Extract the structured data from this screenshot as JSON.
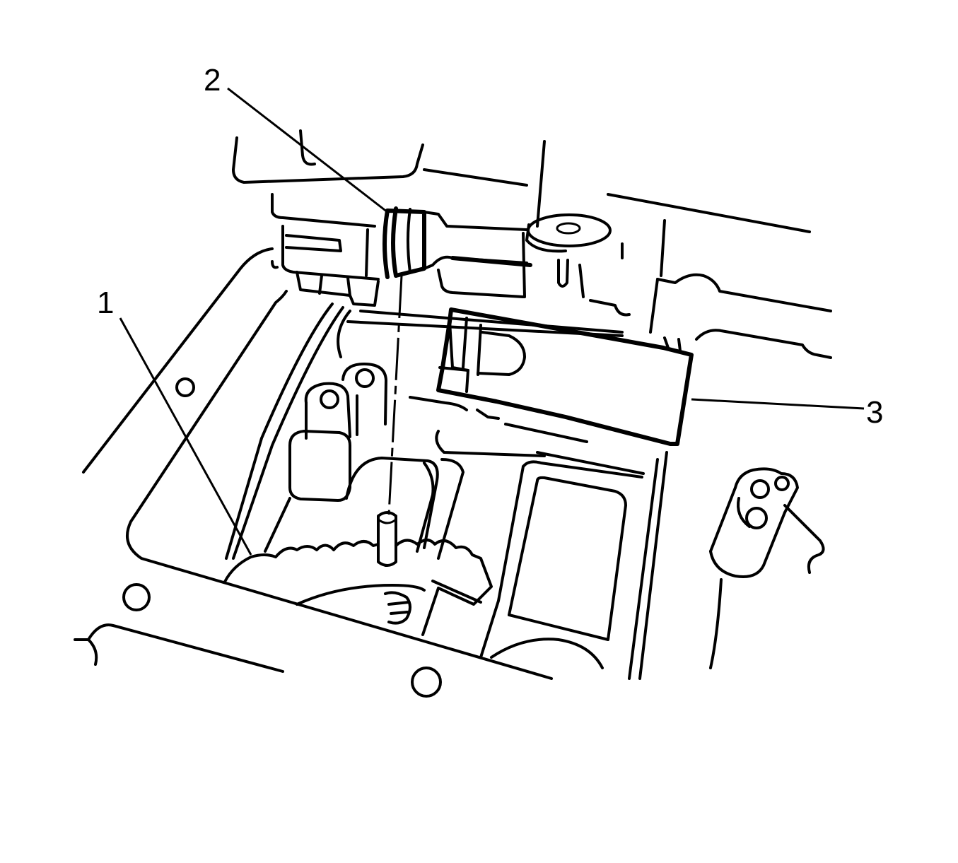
{
  "diagram": {
    "stroke_color": "#000000",
    "background_color": "#ffffff",
    "callouts": [
      {
        "id": "1",
        "label": "1"
      },
      {
        "id": "2",
        "label": "2"
      },
      {
        "id": "3",
        "label": "3"
      }
    ]
  }
}
